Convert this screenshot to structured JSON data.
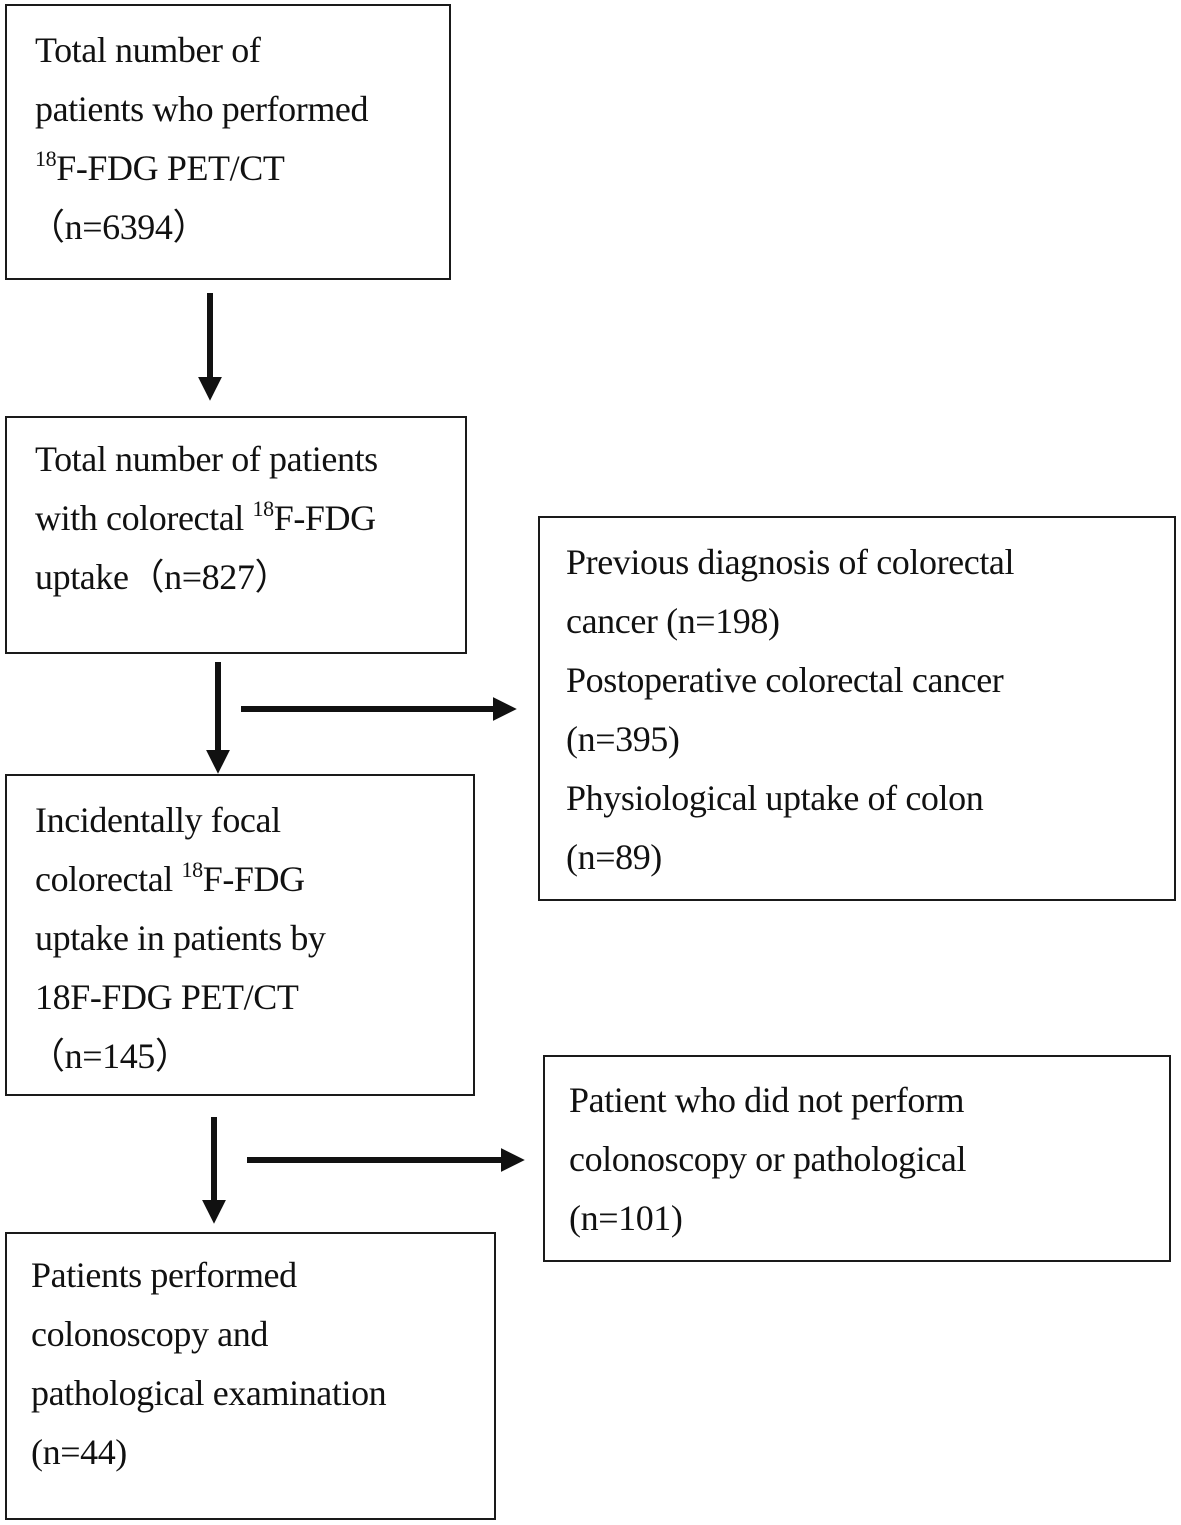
{
  "boxes": {
    "total_pet": {
      "line1": "Total number of",
      "line2": "patients who performed",
      "line3_sup": "18",
      "line3": "F-FDG PET/CT",
      "line4": "（n=6394）"
    },
    "colorectal_uptake": {
      "line1": "Total number of patients",
      "line2": "with colorectal ",
      "line2_sup": "18",
      "line2_end": "F-FDG",
      "line3": "uptake（n=827）"
    },
    "excluded_1": {
      "line1": "Previous diagnosis of colorectal",
      "line2": "cancer (n=198)",
      "line3": "Postoperative colorectal cancer",
      "line4": "(n=395)",
      "line5": "Physiological uptake of colon",
      "line6": "(n=89)"
    },
    "incidental_focal": {
      "line1": " Incidentally focal",
      "line2": "colorectal ",
      "line2_sup": "18",
      "line2_end": "F-FDG",
      "line3": "uptake in patients by",
      "line4": "18F-FDG PET/CT",
      "line5": "（n=145）"
    },
    "excluded_2": {
      "line1": "Patient who did not perform",
      "line2": "colonoscopy or pathological",
      "line3": "(n=101)"
    },
    "final": {
      "line1": "Patients performed",
      "line2": "colonoscopy and",
      "line3": "pathological examination",
      "line4": "(n=44)"
    }
  },
  "colors": {
    "line": "#111111",
    "border": "#1a1a1a"
  }
}
